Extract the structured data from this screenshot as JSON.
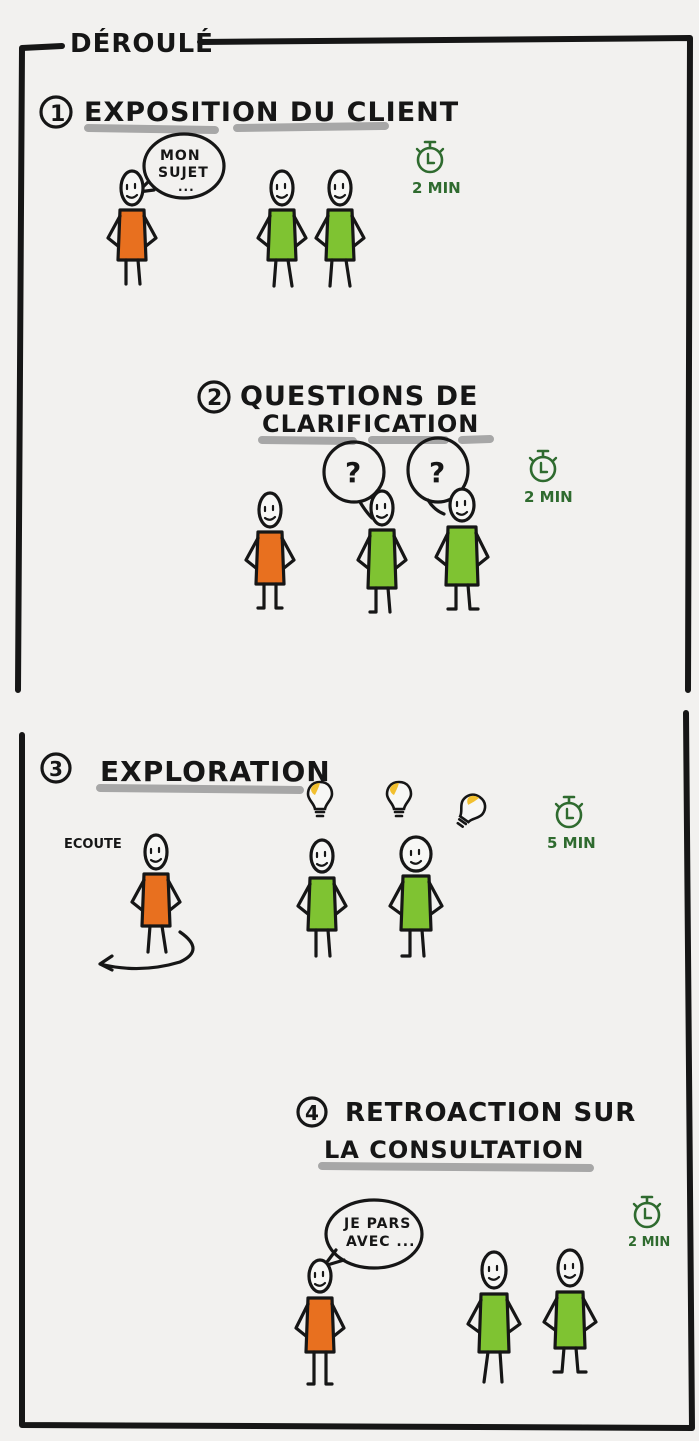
{
  "title": "DÉROULÉ",
  "steps": [
    {
      "number": "1",
      "title_lines": [
        "EXPOSITION DU CLIENT"
      ],
      "bubble_lines": [
        "MON",
        "SUJET",
        "..."
      ],
      "duration": "2 MIN",
      "people": [
        {
          "shirt": "orange"
        },
        {
          "shirt": "green"
        },
        {
          "shirt": "green"
        }
      ]
    },
    {
      "number": "2",
      "title_lines": [
        "QUESTIONS DE",
        "CLARIFICATION"
      ],
      "bubbles": [
        "?",
        "?"
      ],
      "duration": "2 MIN",
      "people": [
        {
          "shirt": "orange"
        },
        {
          "shirt": "green"
        },
        {
          "shirt": "green"
        }
      ]
    },
    {
      "number": "3",
      "title_lines": [
        "EXPLORATION"
      ],
      "label": "ECOUTE",
      "duration": "5 MIN",
      "people": [
        {
          "shirt": "orange"
        },
        {
          "shirt": "green"
        },
        {
          "shirt": "green"
        }
      ]
    },
    {
      "number": "4",
      "title_lines": [
        "RETROACTION SUR",
        "LA CONSULTATION"
      ],
      "bubble_lines": [
        "JE PARS",
        "AVEC ..."
      ],
      "duration": "2 MIN",
      "people": [
        {
          "shirt": "orange"
        },
        {
          "shirt": "green"
        },
        {
          "shirt": "green"
        }
      ]
    }
  ],
  "colors": {
    "ink": "#161616",
    "orange": "#e8701f",
    "green": "#7fc332",
    "bulb": "#f2c02f",
    "timer": "#2f6b2f",
    "underline": "#8f8f8f",
    "paper": "#f2f1ef"
  },
  "icons": [
    "stopwatch-icon",
    "lightbulb-icon",
    "speech-bubble-icon",
    "thought-bubble-icon",
    "return-arrow-icon"
  ]
}
